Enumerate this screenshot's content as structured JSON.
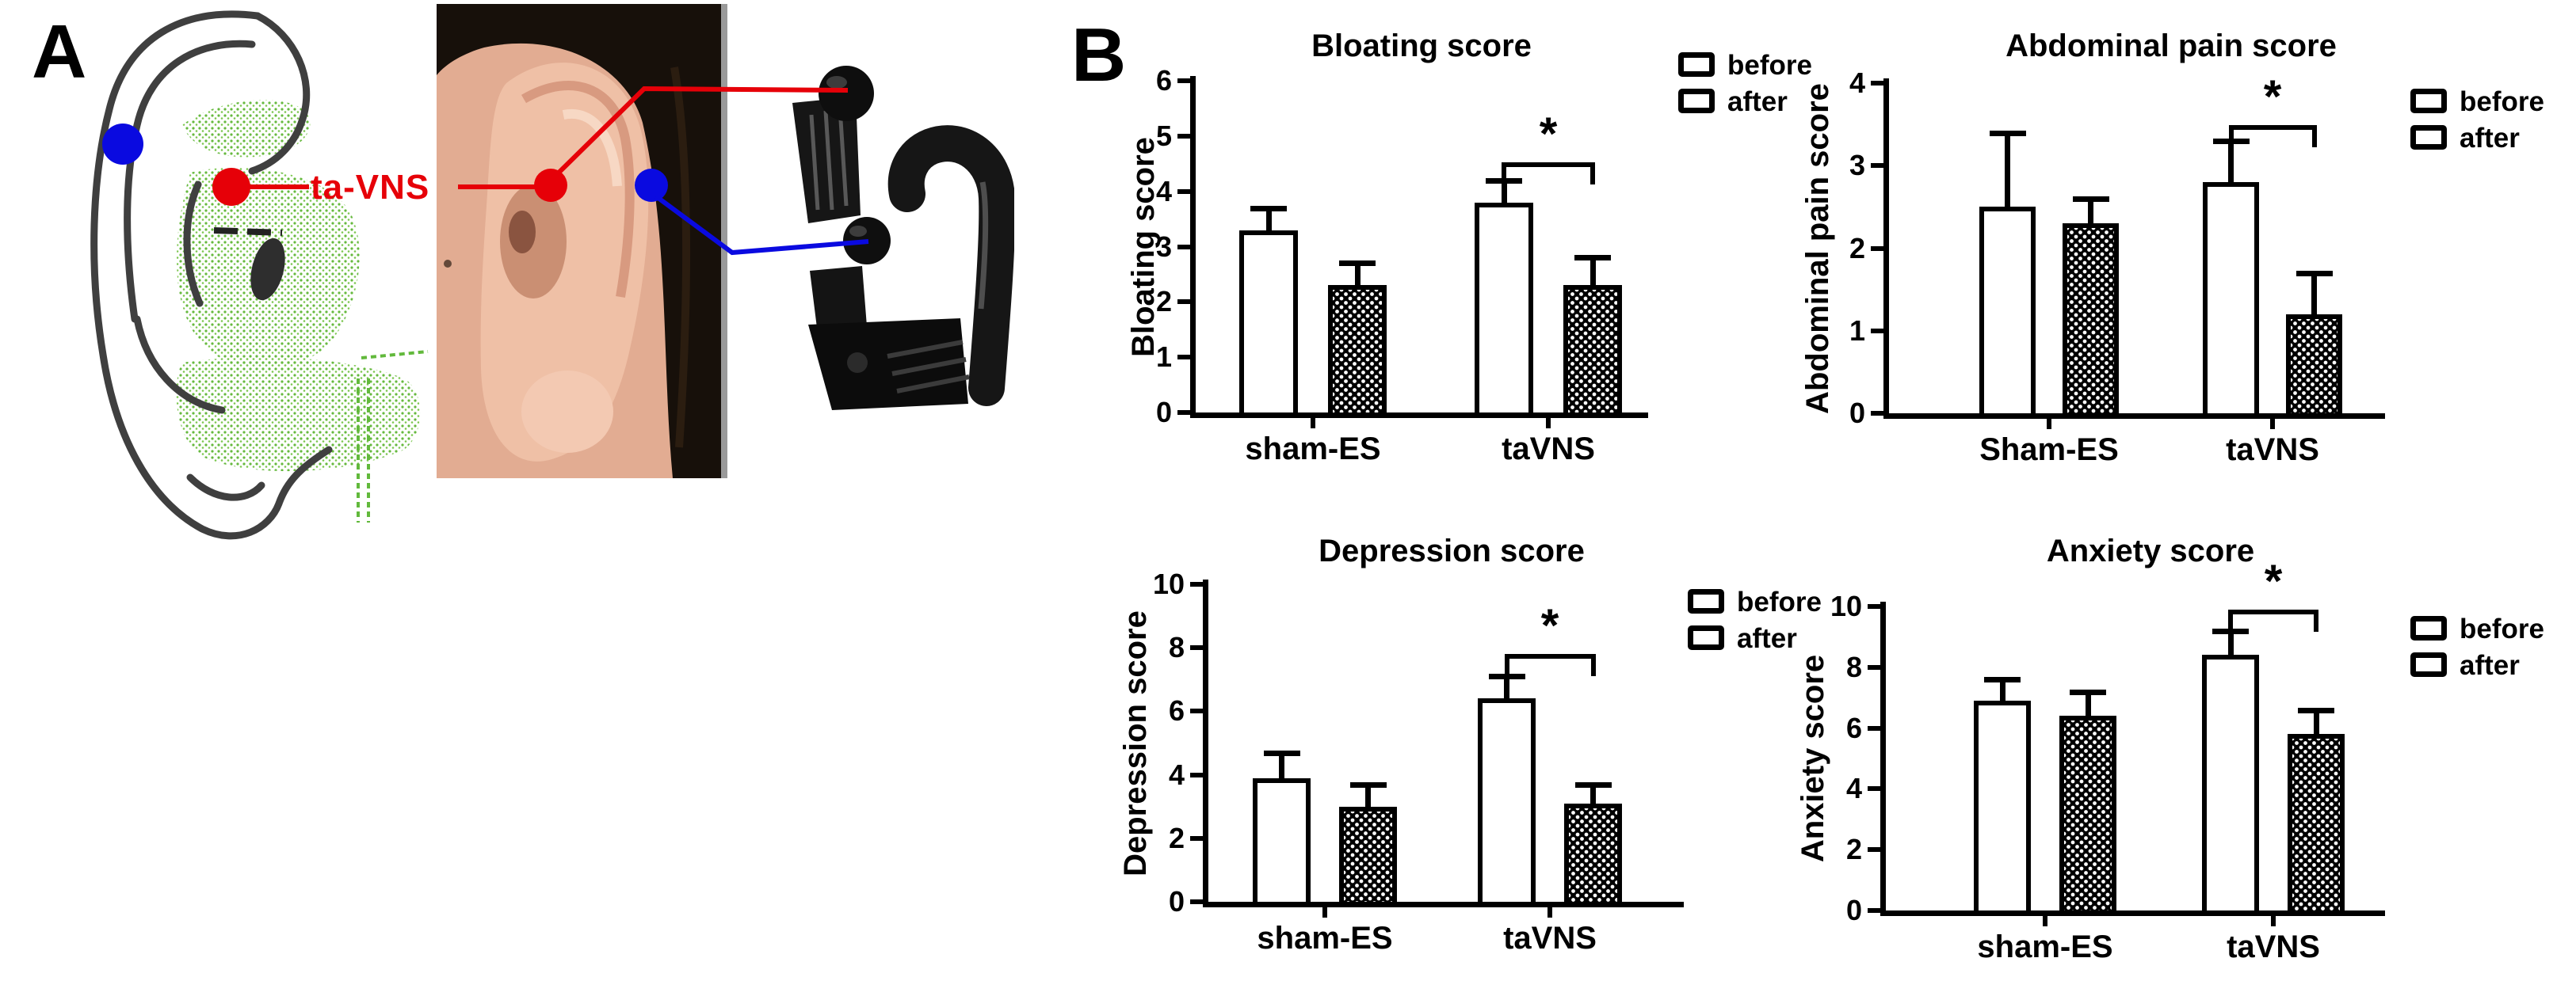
{
  "panel_a": {
    "label": "A",
    "tavns_label": "ta-VNS",
    "contents": [
      "ear-innervation-drawing",
      "ear-photo",
      "electrode-clip"
    ],
    "colors": {
      "stimulation_point_red": "#e60008",
      "sham_point_blue": "#0a0ae0",
      "vagus_innervation_green": "#6cbd44"
    }
  },
  "panel_b": {
    "label": "B"
  },
  "legend": {
    "before": "before",
    "after": "after"
  },
  "chart_data": [
    {
      "type": "bar",
      "title": "Bloating score",
      "ylabel": "Bloating score",
      "xlabel": "",
      "ylim": [
        0,
        6
      ],
      "yticks": [
        0,
        1,
        2,
        3,
        4,
        5,
        6
      ],
      "categories": [
        "sham-ES",
        "taVNS"
      ],
      "series": [
        {
          "name": "before",
          "fill": "open-white",
          "values": [
            3.3,
            3.8
          ],
          "errors": [
            0.4,
            0.4
          ]
        },
        {
          "name": "after",
          "fill": "black-checker",
          "values": [
            2.3,
            2.3
          ],
          "errors": [
            0.4,
            0.5
          ]
        }
      ],
      "significance": {
        "group": "taVNS",
        "label": "*",
        "compares": [
          "before",
          "after"
        ]
      },
      "legend_position": "right",
      "grid": false
    },
    {
      "type": "bar",
      "title": "Abdominal pain score",
      "ylabel": "Abdominal pain score",
      "xlabel": "",
      "ylim": [
        0,
        4
      ],
      "yticks": [
        0,
        1,
        2,
        3,
        4
      ],
      "categories": [
        "Sham-ES",
        "taVNS"
      ],
      "series": [
        {
          "name": "before",
          "fill": "open-white",
          "values": [
            2.5,
            2.8
          ],
          "errors": [
            0.9,
            0.5
          ]
        },
        {
          "name": "after",
          "fill": "black-checker",
          "values": [
            2.3,
            1.2
          ],
          "errors": [
            0.3,
            0.5
          ]
        }
      ],
      "significance": {
        "group": "taVNS",
        "label": "*",
        "compares": [
          "before",
          "after"
        ]
      },
      "legend_position": "right",
      "grid": false
    },
    {
      "type": "bar",
      "title": "Depression score",
      "ylabel": "Depression score",
      "xlabel": "",
      "ylim": [
        0,
        10
      ],
      "yticks": [
        0,
        2,
        4,
        6,
        8,
        10
      ],
      "categories": [
        "sham-ES",
        "taVNS"
      ],
      "series": [
        {
          "name": "before",
          "fill": "open-white",
          "values": [
            3.9,
            6.4
          ],
          "errors": [
            0.8,
            0.7
          ]
        },
        {
          "name": "after",
          "fill": "black-checker",
          "values": [
            3.0,
            3.1
          ],
          "errors": [
            0.7,
            0.6
          ]
        }
      ],
      "significance": {
        "group": "taVNS",
        "label": "*",
        "compares": [
          "before",
          "after"
        ]
      },
      "legend_position": "right",
      "grid": false
    },
    {
      "type": "bar",
      "title": "Anxiety score",
      "ylabel": "Anxiety score",
      "xlabel": "",
      "ylim": [
        0,
        10
      ],
      "yticks": [
        0,
        2,
        4,
        6,
        8,
        10
      ],
      "categories": [
        "sham-ES",
        "taVNS"
      ],
      "series": [
        {
          "name": "before",
          "fill": "open-white",
          "values": [
            6.9,
            8.4
          ],
          "errors": [
            0.7,
            0.8
          ]
        },
        {
          "name": "after",
          "fill": "black-checker",
          "values": [
            6.4,
            5.8
          ],
          "errors": [
            0.8,
            0.8
          ]
        }
      ],
      "significance": {
        "group": "taVNS",
        "label": "*",
        "compares": [
          "before",
          "after"
        ]
      },
      "legend_position": "right",
      "grid": false
    }
  ]
}
